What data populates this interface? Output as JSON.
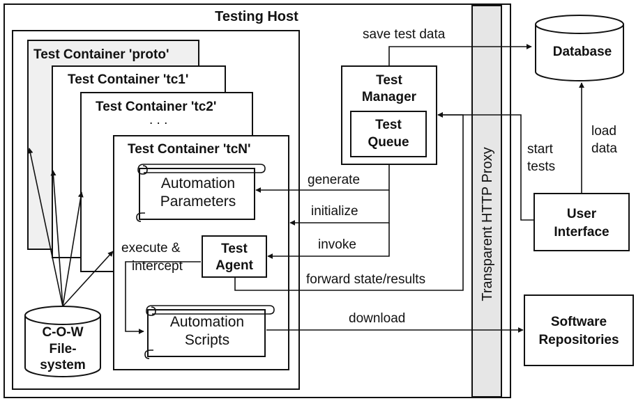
{
  "host": {
    "title": "Testing Host"
  },
  "containers": {
    "proto": "Test Container 'proto'",
    "tc1": "Test Container 'tc1'",
    "tc2": "Test Container 'tc2'",
    "dots": ". . .",
    "tcN": "Test Container 'tcN'"
  },
  "parameters": {
    "line1": "Automation",
    "line2": "Parameters"
  },
  "scripts": {
    "line1": "Automation",
    "line2": "Scripts"
  },
  "agent": {
    "line1": "Test",
    "line2": "Agent"
  },
  "manager": {
    "line1": "Test",
    "line2": "Manager"
  },
  "queue": {
    "line1": "Test",
    "line2": "Queue"
  },
  "filesystem": {
    "line1": "C-O-W",
    "line2": "File-",
    "line3": "system"
  },
  "proxy": {
    "label": "Transparent HTTP Proxy",
    "fill": "#e6e6e6"
  },
  "database": {
    "label": "Database"
  },
  "ui": {
    "line1": "User",
    "line2": "Interface"
  },
  "repos": {
    "line1": "Software",
    "line2": "Repositories"
  },
  "edges": {
    "save": "save test data",
    "generate": "generate",
    "initialize": "initialize",
    "invoke": "invoke",
    "forward": "forward state/results",
    "download": "download",
    "execute1": "execute &",
    "execute2": "intercept",
    "start1": "start",
    "start2": "tests",
    "load1": "load",
    "load2": "data"
  },
  "colors": {
    "proto_fill": "#f0f0f0",
    "line": "#111111"
  }
}
